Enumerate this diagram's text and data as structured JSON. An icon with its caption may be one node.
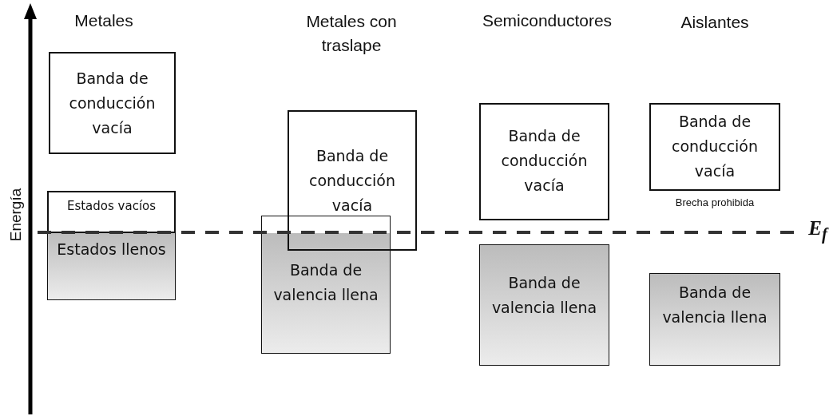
{
  "diagram": {
    "nodes": [
      {
        "text": [
          "Banda de conducción vacía"
        ]
      },
      {
        "text": [
          "Estados vacíos"
        ]
      },
      {
        "text": [
          "Estados llenos"
        ]
      },
      {
        "text": [
          "Banda de conducción vacía"
        ]
      },
      {
        "text": [
          "Banda de valencia llena"
        ]
      },
      {
        "text": [
          "Banda de conducción vacía"
        ]
      },
      {
        "text": [
          "Banda de valencia llena"
        ]
      },
      {
        "text": [
          "Banda de conducción vacía"
        ]
      },
      {
        "text": [
          "Banda de valencia llena"
        ]
      }
    ],
    "labels": [
      "Metales",
      "Metales con traslape",
      "Semiconductores",
      "Aislantes",
      "Energía",
      "E$_{f}$",
      "Brecha prohibida"
    ]
  }
}
